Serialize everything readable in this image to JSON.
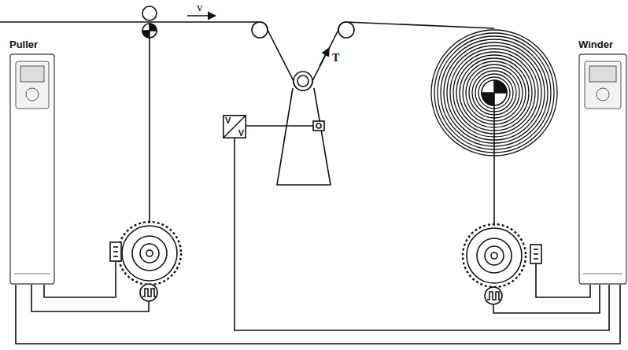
{
  "diagram": {
    "nodes": [
      {
        "text": [
          "Puller"
        ]
      },
      {
        "text": [
          "V",
          "V"
        ]
      },
      {
        "text": [
          "Winder"
        ]
      }
    ],
    "edges": [
      {
        "from": 0,
        "to": 2,
        "arrow": "none"
      },
      {
        "from": 1,
        "to": 2,
        "arrow": "none"
      }
    ],
    "labels": [
      "v",
      "T"
    ]
  }
}
